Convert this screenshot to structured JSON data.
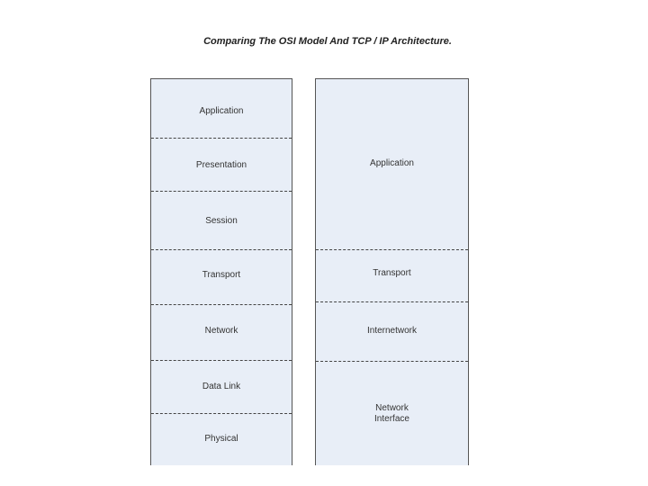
{
  "title": "Comparing The OSI Model And TCP / IP Architecture.",
  "osi_layers": [
    {
      "label": "Application"
    },
    {
      "label": "Presentation"
    },
    {
      "label": "Session"
    },
    {
      "label": "Transport"
    },
    {
      "label": "Network"
    },
    {
      "label": "Data Link"
    },
    {
      "label": "Physical"
    }
  ],
  "tcpip_layers": [
    {
      "label": "Application"
    },
    {
      "label": "Transport"
    },
    {
      "label": "Internetwork"
    },
    {
      "label": "Network\nInterface"
    }
  ]
}
